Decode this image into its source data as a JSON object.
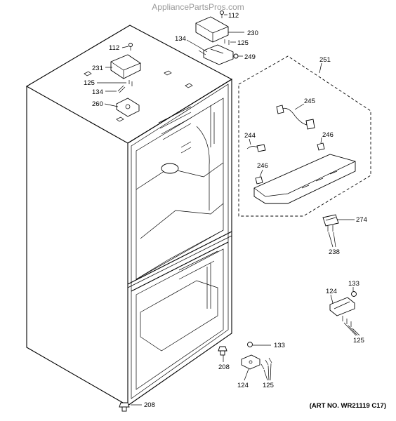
{
  "watermark": "AppliancePartsPros.com",
  "art_number": "(ART NO. WR21119 C17)",
  "labels": {
    "l112a": "112",
    "l230": "230",
    "l125a": "125",
    "l134a": "134",
    "l249": "249",
    "l112b": "112",
    "l231": "231",
    "l125b": "125",
    "l134b": "134",
    "l260": "260",
    "l251": "251",
    "l245": "245",
    "l244": "244",
    "l246a": "246",
    "l246b": "246",
    "l274": "274",
    "l238": "238",
    "l133a": "133",
    "l124a": "124",
    "l125c": "125",
    "l133b": "133",
    "l208a": "208",
    "l124b": "124",
    "l125d": "125",
    "l208b": "208"
  }
}
